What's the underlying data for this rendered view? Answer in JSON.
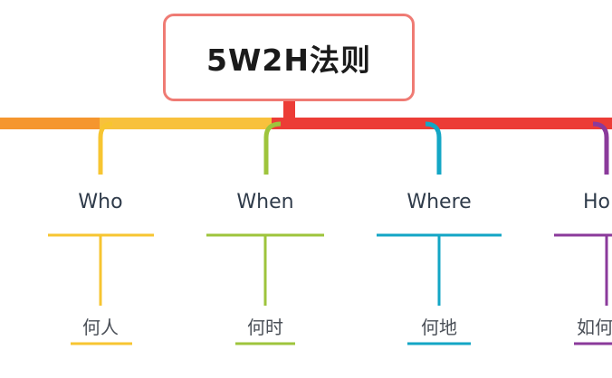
{
  "title": "5W2H法则",
  "branches": [
    {
      "label": "Who",
      "sub": "何人",
      "color": "#f7c531"
    },
    {
      "label": "When",
      "sub": "何时",
      "color": "#9ec43c"
    },
    {
      "label": "Where",
      "sub": "何地",
      "color": "#13a6c5"
    },
    {
      "label": "Ho",
      "sub": "如何",
      "color": "#8b3a9b"
    }
  ],
  "colors": {
    "title_border": "#ef7b74",
    "trunk_left": "#f5962e",
    "trunk_yellow": "#f8c13c",
    "trunk_right": "#ec3c36"
  }
}
